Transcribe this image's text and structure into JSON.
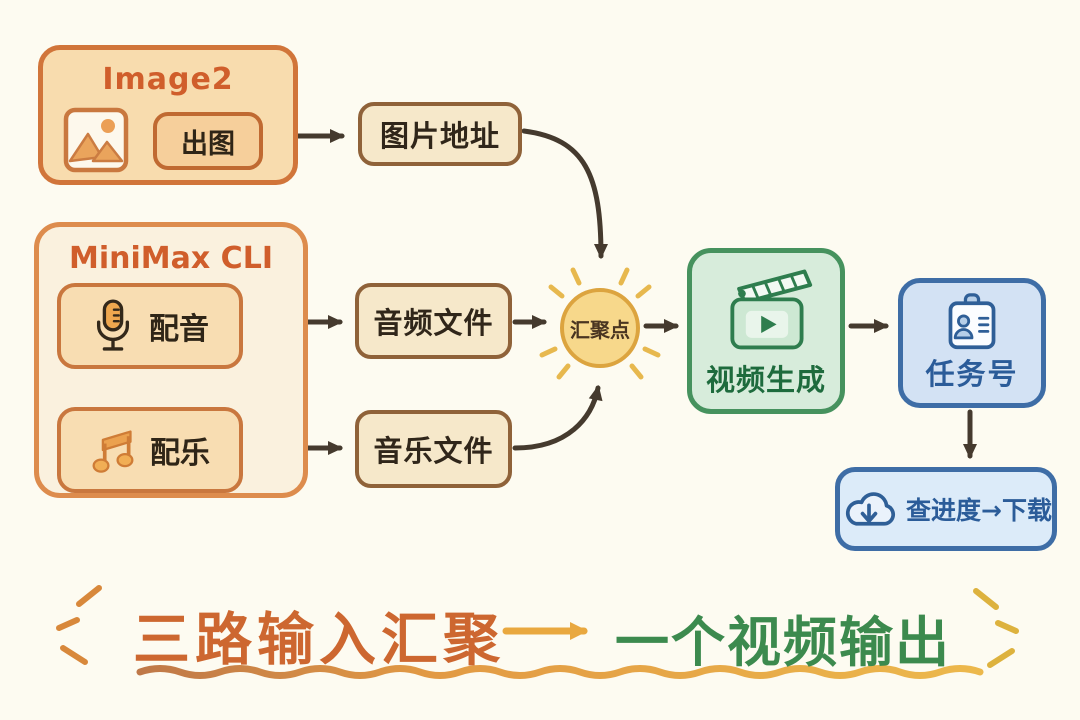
{
  "diagram": {
    "image2": {
      "title": "Image2",
      "button_label": "出图"
    },
    "image_url_label": "图片地址",
    "minimax": {
      "title": "MiniMax CLI",
      "voice_label": "配音",
      "music_label": "配乐"
    },
    "audio_file_label": "音频文件",
    "music_file_label": "音乐文件",
    "hub_label": "汇聚点",
    "video_gen_label": "视频生成",
    "task_id_label": "任务号",
    "progress_label": "查进度→下载"
  },
  "caption": {
    "left_text": "三路输入汇聚",
    "right_text": "一个视频输出"
  },
  "colors": {
    "background": "#fdfbf1",
    "orange_accent": "#d05e2b",
    "orange_box_fill": "#f8dcae",
    "cream_box_fill": "#f6e8ca",
    "hub_fill": "#f7d88b",
    "green_accent": "#46925e",
    "green_fill": "#d7ecdb",
    "blue_accent": "#3e6da6",
    "blue_fill": "#d3e2f4",
    "arrow_dark": "#453a2e",
    "caption_arrow_yellow": "#e9a83f",
    "caption_left_color": "#cd6730",
    "caption_right_color": "#3c8a4e"
  }
}
